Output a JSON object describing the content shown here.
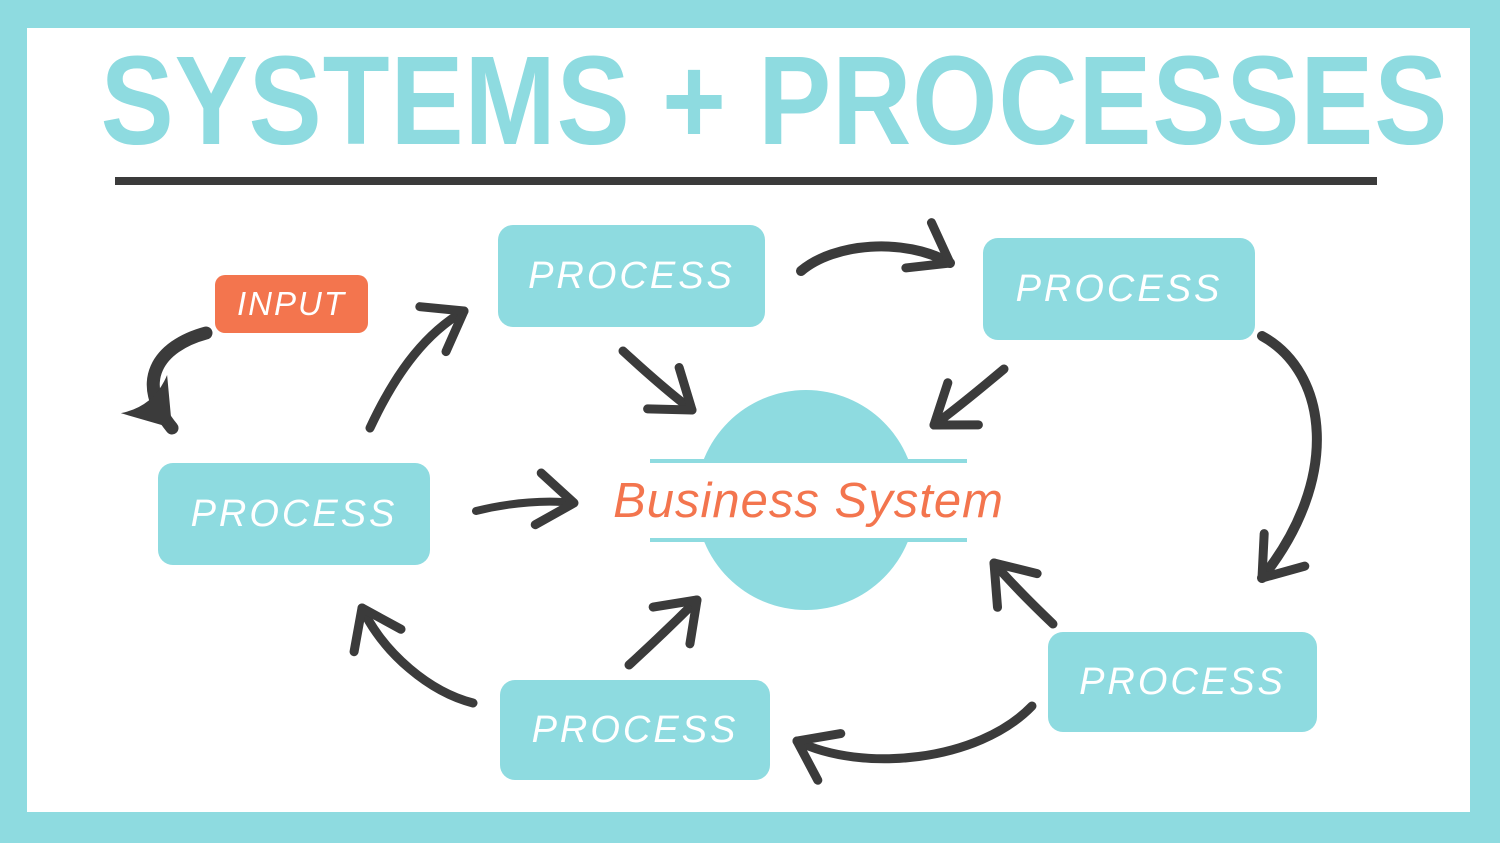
{
  "title": "SYSTEMS + PROCESSES",
  "colors": {
    "teal": "#8EDBE0",
    "coral": "#F3754E",
    "ink": "#3B3B3B"
  },
  "diagram": {
    "input_label": "INPUT",
    "center_label": "Business System",
    "process_labels": {
      "top_middle": "PROCESS",
      "top_right": "PROCESS",
      "left": "PROCESS",
      "bottom_middle": "PROCESS",
      "bottom_right": "PROCESS"
    },
    "connections": [
      {
        "from": "input",
        "to": "process-left"
      },
      {
        "from": "process-left",
        "to": "process-top-middle"
      },
      {
        "from": "process-top-middle",
        "to": "process-top-right"
      },
      {
        "from": "process-top-right",
        "to": "process-bottom-right"
      },
      {
        "from": "process-bottom-right",
        "to": "process-bottom-middle"
      },
      {
        "from": "process-bottom-middle",
        "to": "process-left"
      },
      {
        "from": "process-left",
        "to": "business-system"
      },
      {
        "from": "process-top-middle",
        "to": "business-system"
      },
      {
        "from": "process-top-right",
        "to": "business-system"
      },
      {
        "from": "process-bottom-middle",
        "to": "business-system"
      },
      {
        "from": "process-bottom-right",
        "to": "business-system"
      }
    ]
  }
}
